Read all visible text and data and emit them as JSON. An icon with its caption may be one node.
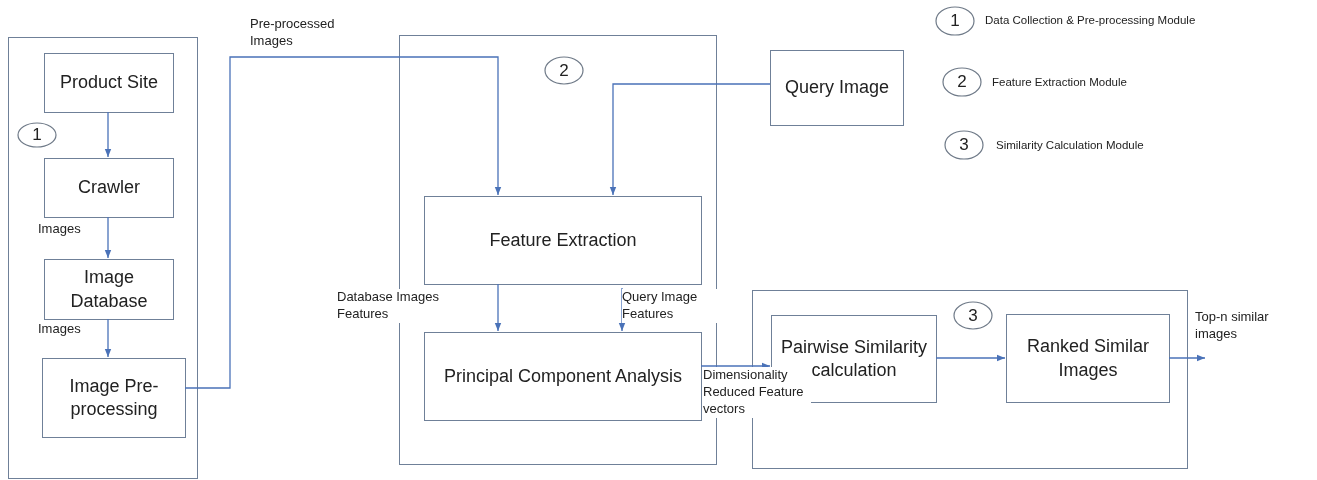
{
  "diagram": {
    "nodes": [
      {
        "text": [],
        "shape": "box"
      },
      {
        "text": [
          "Product Site"
        ],
        "in": 0
      },
      {
        "text": [
          "1"
        ],
        "in": 0
      },
      {
        "text": [
          "Crawler"
        ],
        "in": 0
      },
      {
        "text": [
          "Image Database"
        ],
        "in": 0
      },
      {
        "text": [
          "Image Pre-processing"
        ],
        "in": 0
      },
      {
        "text": [],
        "shape": "box"
      },
      {
        "text": [
          "2"
        ],
        "in": 6
      },
      {
        "text": [
          "Feature Extraction"
        ],
        "in": 6
      },
      {
        "text": [
          "Principal Component Analysis"
        ],
        "in": 6
      },
      {
        "text": [
          "Query Image"
        ]
      },
      {
        "text": [],
        "shape": "box"
      },
      {
        "text": [
          "3"
        ],
        "in": 11
      },
      {
        "text": [
          "Pairwise Similarity calculation"
        ],
        "in": 11
      },
      {
        "text": [
          "Ranked Similar Images"
        ],
        "in": 11
      },
      {
        "text": [
          "1"
        ],
        "beside": [
          "Data Collection & Pre-processing Module"
        ]
      },
      {
        "text": [
          "2"
        ],
        "beside": [
          "Feature Extraction Module"
        ]
      },
      {
        "text": [
          "3"
        ],
        "beside": [
          "Similarity Calculation Module"
        ]
      }
    ],
    "edges": [
      {
        "from": 1,
        "to": 3,
        "arrow": "to"
      },
      {
        "from": 3,
        "to": 4,
        "arrow": "to",
        "label": "Images"
      },
      {
        "from": 4,
        "to": 5,
        "arrow": "to",
        "label": "Images"
      },
      {
        "from": 5,
        "to": 8,
        "arrow": "to",
        "label": "Pre-processed Images"
      },
      {
        "from": 10,
        "to": 8,
        "arrow": "to"
      },
      {
        "from": 8,
        "to": 9,
        "arrow": "to",
        "label": "Database Images Features"
      },
      {
        "from": 8,
        "to": 9,
        "arrow": "to",
        "label": "Query Image Features"
      },
      {
        "from": 9,
        "to": 13,
        "arrow": "to",
        "label": "Dimensionality Reduced Feature vectors"
      },
      {
        "from": 13,
        "to": 14,
        "arrow": "to"
      },
      {
        "from": 14,
        "to": null,
        "arrow": "to",
        "label": "Top-n similar images"
      }
    ]
  }
}
